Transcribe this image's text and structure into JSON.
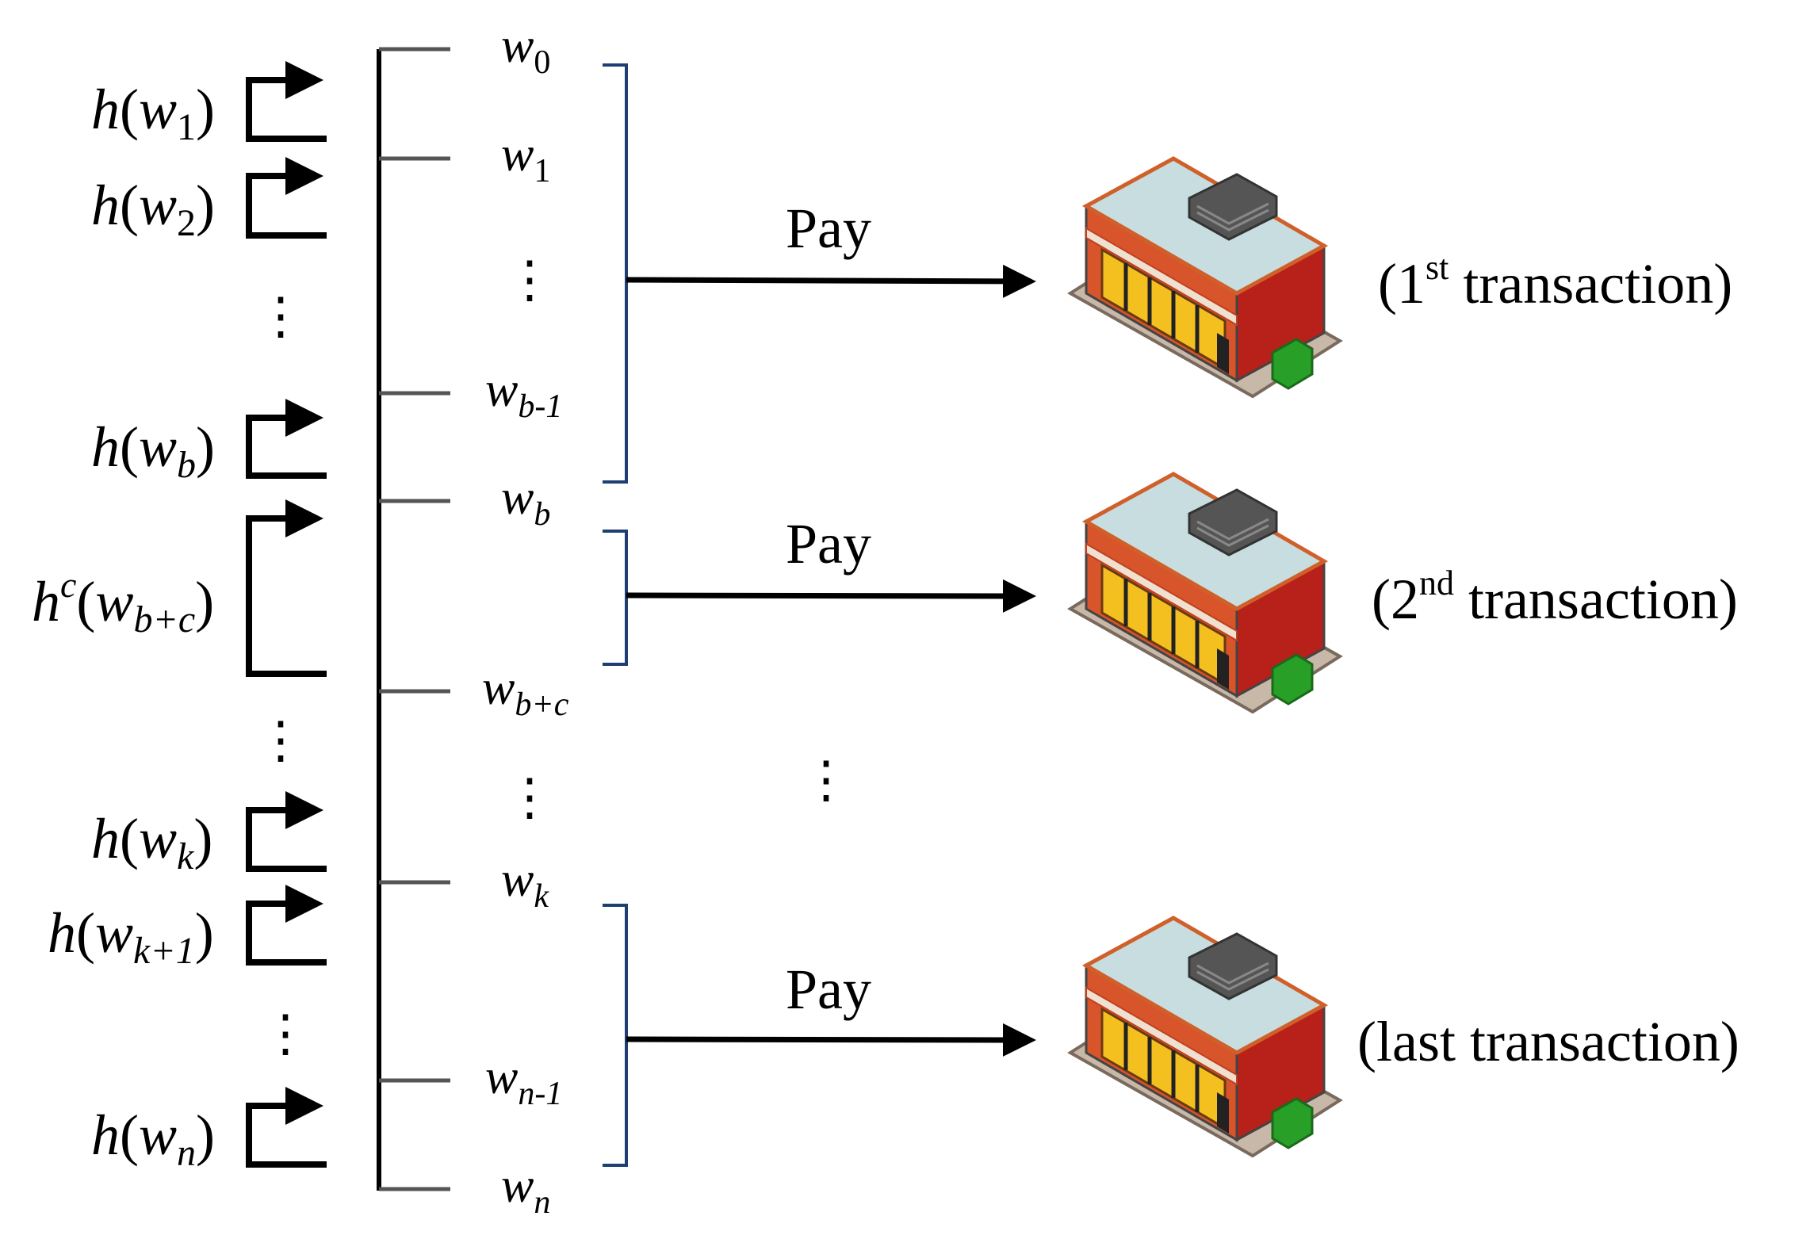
{
  "hash_labels": [
    {
      "fn": "h",
      "sup": "",
      "arg": "w",
      "sub": "1"
    },
    {
      "fn": "h",
      "sup": "",
      "arg": "w",
      "sub": "2"
    },
    {
      "fn": "h",
      "sup": "",
      "arg": "w",
      "sub": "b"
    },
    {
      "fn": "h",
      "sup": "c",
      "arg": "w",
      "sub": "b+c"
    },
    {
      "fn": "h",
      "sup": "",
      "arg": "w",
      "sub": "k"
    },
    {
      "fn": "h",
      "sup": "",
      "arg": "w",
      "sub": "k+1"
    },
    {
      "fn": "h",
      "sup": "",
      "arg": "w",
      "sub": "n"
    }
  ],
  "chain_labels": [
    {
      "base": "w",
      "sub": "0"
    },
    {
      "base": "w",
      "sub": "1"
    },
    {
      "base": "w",
      "sub": "b-1"
    },
    {
      "base": "w",
      "sub": "b"
    },
    {
      "base": "w",
      "sub": "b+c"
    },
    {
      "base": "w",
      "sub": "k"
    },
    {
      "base": "w",
      "sub": "n-1"
    },
    {
      "base": "w",
      "sub": "n"
    }
  ],
  "ellipsis": "⋮",
  "pay_label": "Pay",
  "transactions": [
    {
      "pre": "(1",
      "sup": "st",
      "post": " transaction)"
    },
    {
      "pre": "(2",
      "sup": "nd",
      "post": " transaction)"
    },
    {
      "pre": "(last transaction)",
      "sup": "",
      "post": ""
    }
  ],
  "colors": {
    "line": "#000000",
    "tick": "#555555",
    "bracket": "#1f3f73",
    "store_roof": "#c8dde0",
    "store_wall": "#d8542a",
    "store_side": "#b8201a",
    "store_window": "#f4c020",
    "store_base": "#c8b8a8",
    "store_ac": "#555555",
    "store_bin": "#28a028"
  }
}
